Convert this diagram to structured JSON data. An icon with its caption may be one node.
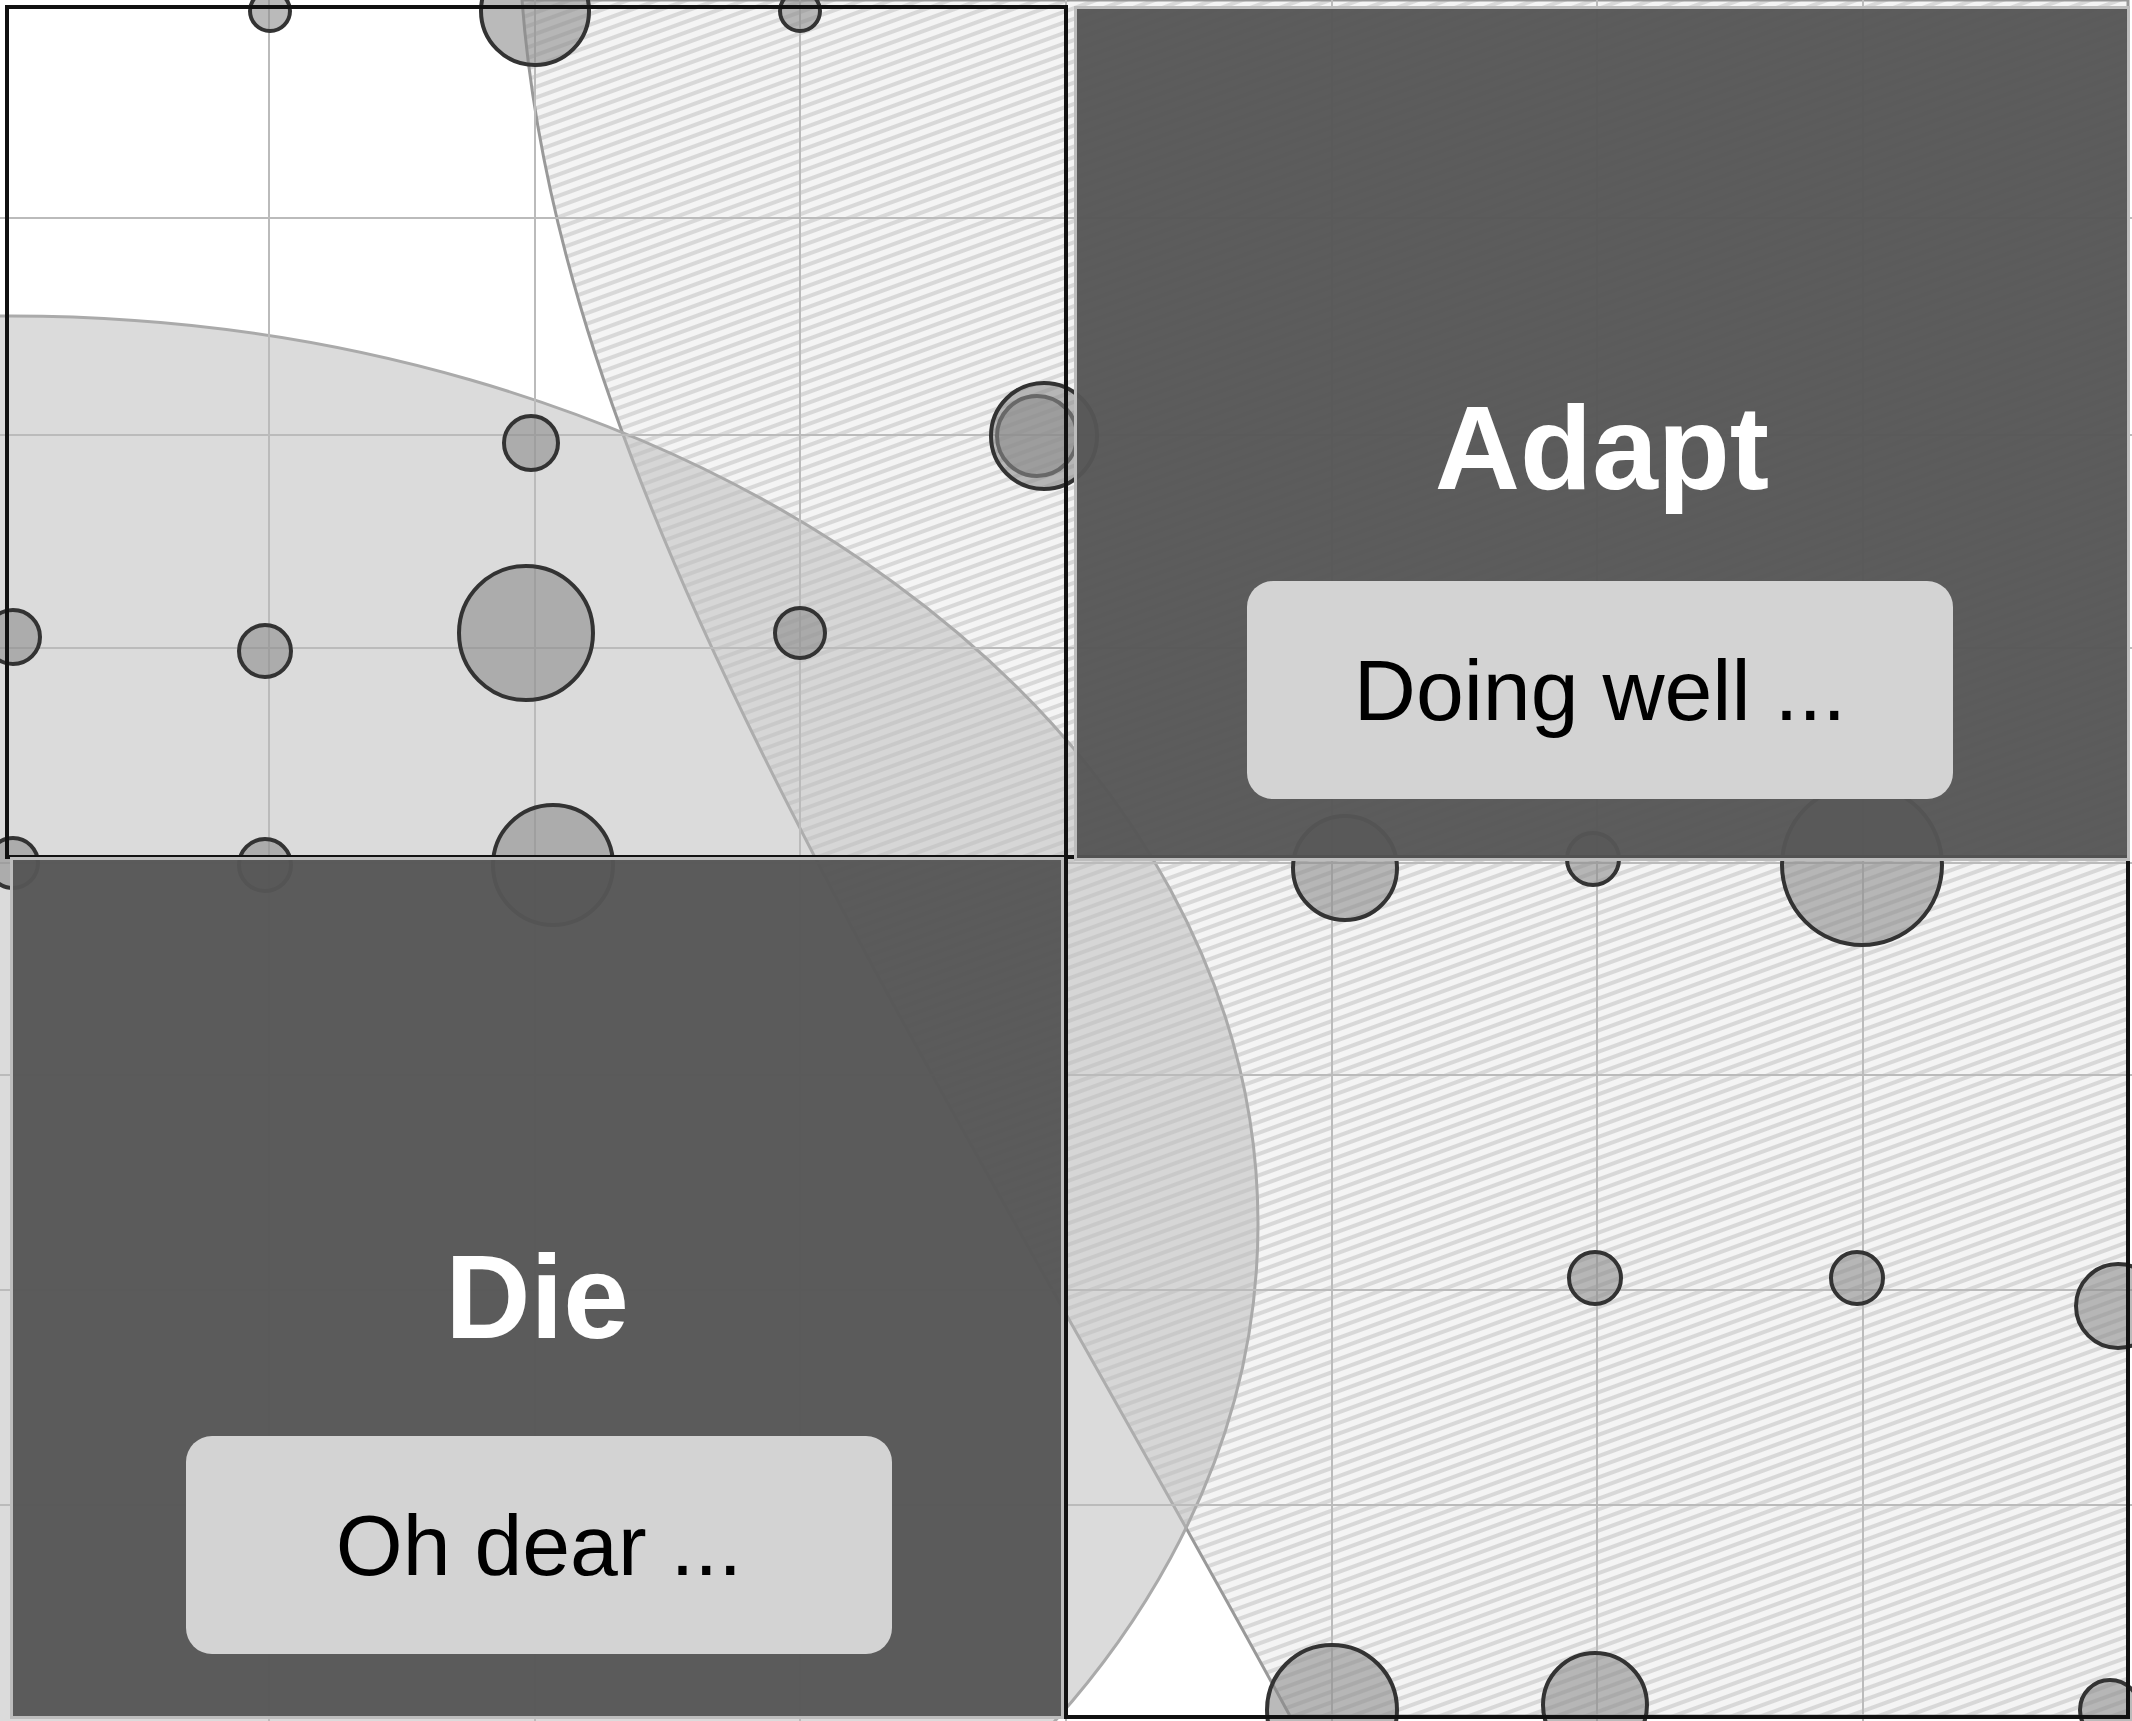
{
  "diagram": {
    "nodes": [
      {
        "text": [
          "Adapt"
        ]
      },
      {
        "text": [
          "Doing well ..."
        ],
        "in": 0
      },
      {
        "text": [
          "Die"
        ]
      },
      {
        "text": [
          "Oh dear ..."
        ],
        "in": 2
      }
    ]
  }
}
